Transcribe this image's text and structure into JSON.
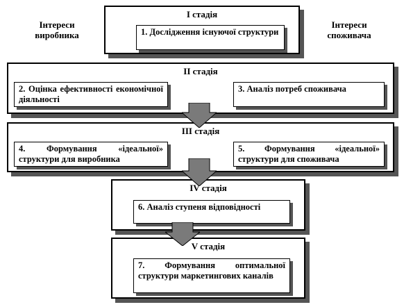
{
  "side_labels": {
    "producer": "Інтереси виробника",
    "consumer": "Інтереси споживача"
  },
  "stages": [
    {
      "title": "І стадія",
      "boxes": [
        "1. Дослідження існуючої структури"
      ]
    },
    {
      "title": "ІІ стадія",
      "boxes": [
        "2. Оцінка ефективності економічної діяльності",
        "3. Аналіз потреб споживача"
      ]
    },
    {
      "title": "ІІІ стадія",
      "boxes": [
        "4. Формування «ідеальної» структури для виробника",
        "5. Формування «ідеальної» структури для споживача"
      ]
    },
    {
      "title": "ІV стадія",
      "boxes": [
        "6. Аналіз ступеня відповідності"
      ]
    },
    {
      "title": "V стадія",
      "boxes": [
        "7. Формування оптимальної структури маркетингових каналів"
      ]
    }
  ],
  "colors": {
    "border": "#000000",
    "shadow": "#555555",
    "arrow": "#7a7a7a"
  }
}
